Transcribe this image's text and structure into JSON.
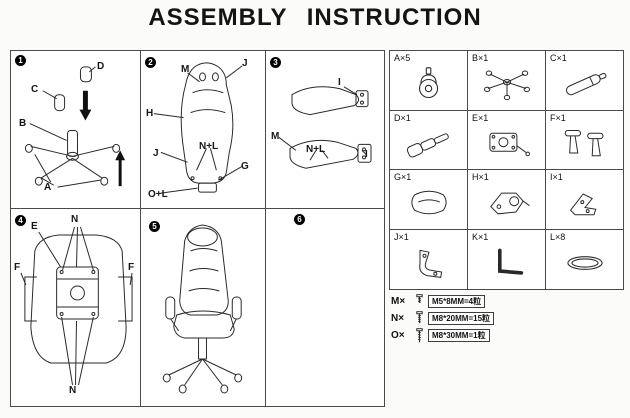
{
  "title": "ASSEMBLY  INSTRUCTION",
  "accent_color": "#111111",
  "steps": [
    {
      "num": "1",
      "labels": {
        "d": "D",
        "c": "C",
        "b": "B",
        "a": "A"
      }
    },
    {
      "num": "2",
      "labels": {
        "m": "M",
        "j_top": "J",
        "h": "H",
        "j_mid": "J",
        "nl": "N+L",
        "g": "G",
        "ol": "O+L"
      }
    },
    {
      "num": "3",
      "labels": {
        "i_top": "I",
        "m": "M",
        "nl": "N+L",
        "i_right": "I"
      }
    },
    {
      "num": "4",
      "labels": {
        "e": "E",
        "n_top": "N",
        "f_left": "F",
        "f_right": "F",
        "n_bottom": "N"
      }
    },
    {
      "num": "5",
      "labels": {}
    },
    {
      "num": "6",
      "labels": {}
    }
  ],
  "parts": [
    {
      "label": "A×5",
      "icon": "caster-wheel-icon"
    },
    {
      "label": "B×1",
      "icon": "star-base-icon"
    },
    {
      "label": "C×1",
      "icon": "gas-lift-icon"
    },
    {
      "label": "D×1",
      "icon": "telescopic-cover-icon"
    },
    {
      "label": "E×1",
      "icon": "tilt-mechanism-icon"
    },
    {
      "label": "F×1",
      "icon": "armrest-icon"
    },
    {
      "label": "G×1",
      "icon": "cushion-icon"
    },
    {
      "label": "H×1",
      "icon": "seat-bracket-icon"
    },
    {
      "label": "I×1",
      "icon": "corner-bracket-icon"
    },
    {
      "label": "J×1",
      "icon": "side-bracket-icon"
    },
    {
      "label": "K×1",
      "icon": "allen-key-icon"
    },
    {
      "label": "L×8",
      "icon": "washer-ring-icon"
    }
  ],
  "hardware": [
    {
      "label": "M×",
      "spec": "M5*8MM=4粒",
      "icon": "short-screw-icon"
    },
    {
      "label": "N×",
      "spec": "M8*20MM=15粒",
      "icon": "medium-screw-icon"
    },
    {
      "label": "O×",
      "spec": "M8*30MM=1粒",
      "icon": "long-screw-icon"
    }
  ]
}
